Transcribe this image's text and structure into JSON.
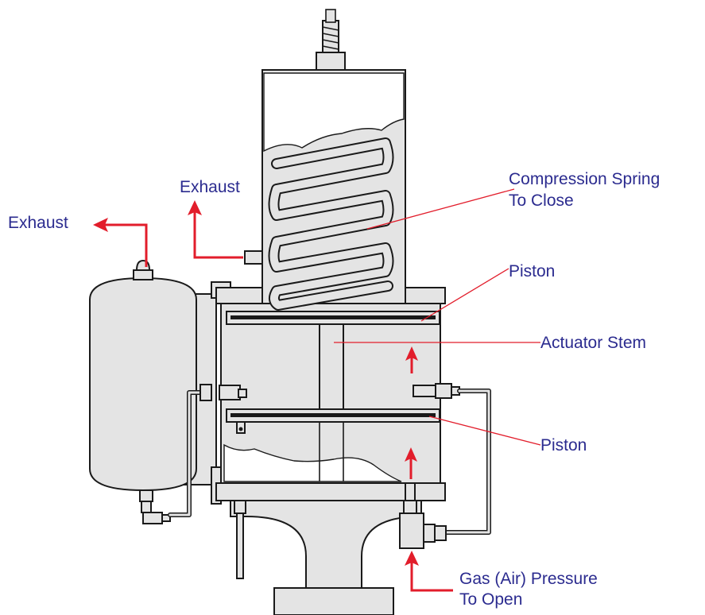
{
  "labels": {
    "exhaust_left": "Exhaust",
    "exhaust_top": "Exhaust",
    "spring_line1": "Compression Spring",
    "spring_line2": "To Close",
    "piston_upper": "Piston",
    "actuator_stem": "Actuator Stem",
    "piston_lower": "Piston",
    "pressure_line1": "Gas (Air) Pressure",
    "pressure_line2": "To Open"
  },
  "colors": {
    "label_text": "#2b2b8f",
    "arrows_and_leaders": "#e21d2b",
    "body_fill": "#e4e4e4",
    "outline": "#1a1a1a"
  }
}
